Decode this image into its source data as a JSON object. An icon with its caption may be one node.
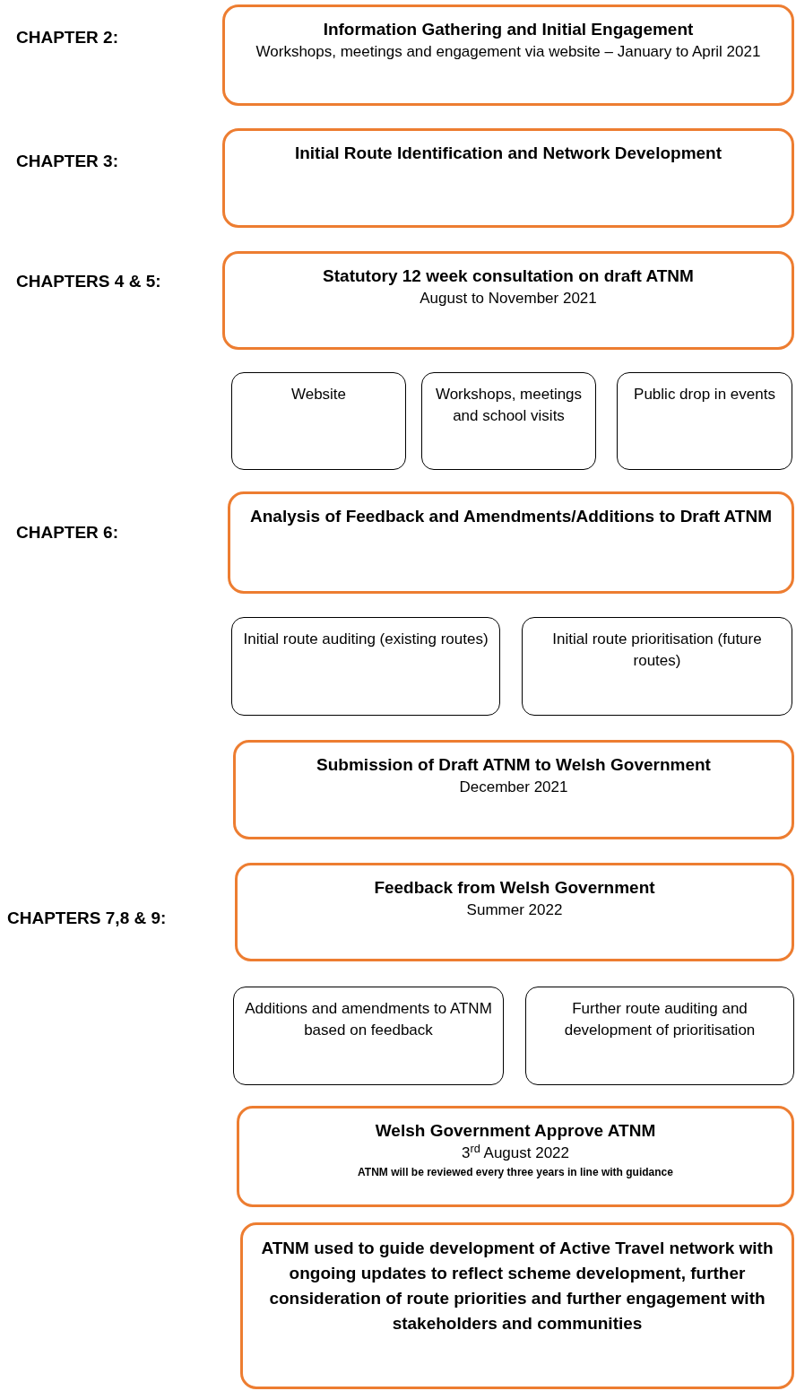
{
  "diagram": {
    "nodes": [
      {
        "text": [
          "Information Gathering and Initial Engagement",
          "Workshops, meetings and engagement via website – January to April 2021"
        ]
      },
      {
        "text": [
          "Initial Route Identification and Network Development"
        ]
      },
      {
        "text": [
          "Statutory 12 week consultation on draft ATNM",
          "August to November 2021"
        ]
      },
      {
        "text": [
          "Website"
        ]
      },
      {
        "text": [
          "Workshops, meetings and school visits"
        ]
      },
      {
        "text": [
          "Public drop in events"
        ]
      },
      {
        "text": [
          "Analysis of Feedback and Amendments/Additions to Draft ATNM"
        ]
      },
      {
        "text": [
          "Initial route auditing (existing routes)"
        ]
      },
      {
        "text": [
          "Initial route prioritisation (future routes)"
        ]
      },
      {
        "text": [
          "Submission of Draft ATNM to Welsh Government",
          "December 2021"
        ]
      },
      {
        "text": [
          "Feedback from Welsh Government",
          "Summer 2022"
        ]
      },
      {
        "text": [
          "Additions and amendments to ATNM based on feedback"
        ]
      },
      {
        "text": [
          "Further route auditing and development of prioritisation"
        ]
      },
      {
        "text": [
          "Welsh Government Approve ATNM",
          "3$^{rd}$ August 2022",
          "ATNM will be reviewed every three years in line with guidance"
        ]
      },
      {
        "text": [
          "ATNM used to guide development of Active Travel network with ongoing updates to reflect scheme development, further consideration of route priorities and further engagement with stakeholders and communities"
        ]
      }
    ],
    "labels": [
      "CHAPTER 2:",
      "CHAPTER 3:",
      "CHAPTERS 4 & 5:",
      "CHAPTER 6:",
      "CHAPTERS 7,8 & 9:"
    ]
  }
}
